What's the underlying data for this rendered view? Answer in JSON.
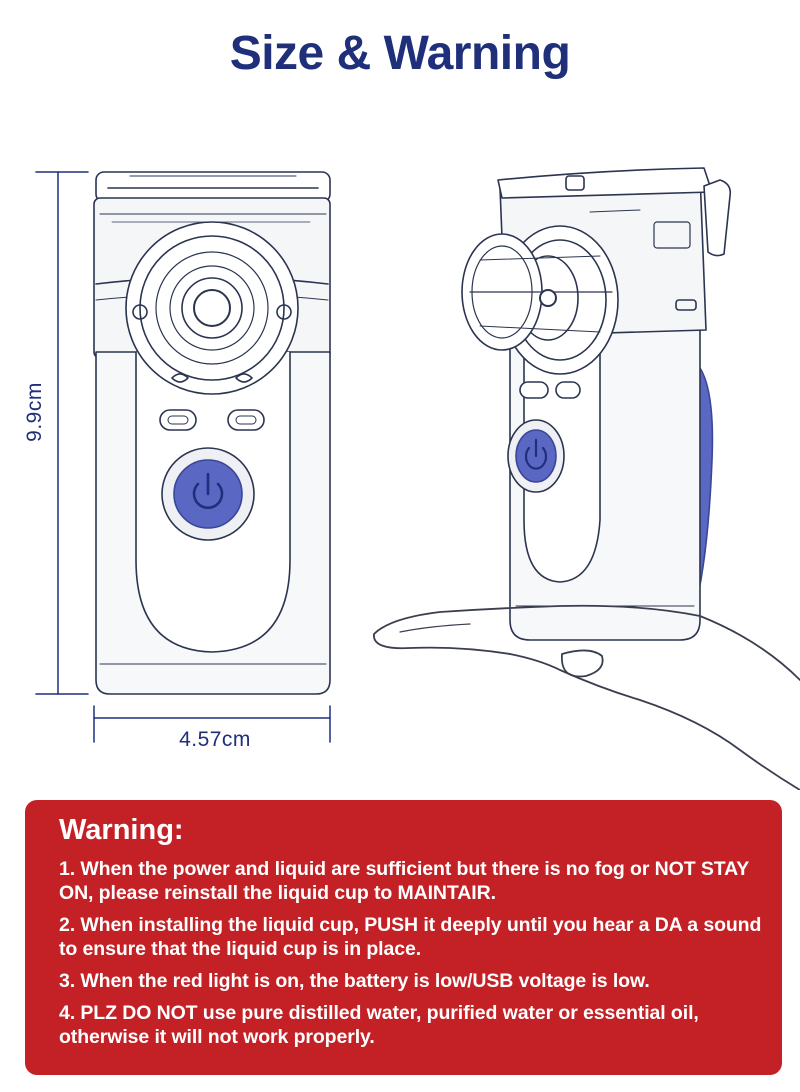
{
  "page": {
    "title": "Size & Warning",
    "colors": {
      "title": "#1f2f7a",
      "outline": "#2b3550",
      "accent_blue": "#5a68c4",
      "warning_bg": "#c32126",
      "warning_text": "#ffffff"
    }
  },
  "dimensions": {
    "height_label": "9.9cm",
    "width_label": "4.57cm"
  },
  "warning": {
    "title": "Warning:",
    "items": [
      "1. When the power and liquid are sufficient but there is no fog or NOT STAY ON, please reinstall the liquid cup to MAINTAIR.",
      "2. When installing the liquid cup, PUSH it deeply until you hear a DA a sound to ensure that the liquid cup is in place.",
      "3. When the red light is on, the battery is low/USB voltage is low.",
      "4. PLZ DO NOT use pure distilled water, purified water or essential oil, otherwise it will not work properly."
    ]
  }
}
